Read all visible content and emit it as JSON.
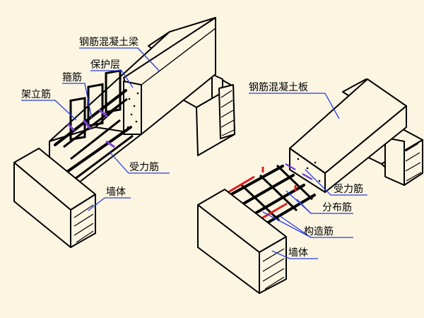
{
  "colors": {
    "background": "#fbf5e2",
    "outline": "#000000",
    "leader_line": "#2a3de0",
    "stirrup_accent": "#7b3fd6",
    "slab_bar_accent": "#e02020"
  },
  "left_figure": {
    "labels": {
      "beam": "钢筋混凝土梁",
      "cover": "保护层",
      "stirrup": "箍筋",
      "erection_bar": "架立筋",
      "main_bar": "受力筋",
      "wall": "墙体"
    }
  },
  "right_figure": {
    "labels": {
      "slab": "钢筋混凝土板",
      "main_bar": "受力筋",
      "distribution_bar": "分布筋",
      "construction_bar": "构造筋",
      "wall": "墙体"
    }
  }
}
